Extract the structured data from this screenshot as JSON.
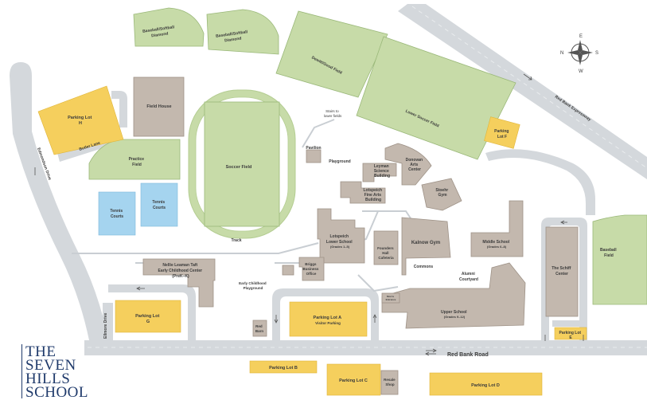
{
  "logo": {
    "lines": [
      "THE",
      "SEVEN",
      "HILLS",
      "SCHOOL"
    ]
  },
  "compass": {
    "n": "N",
    "e": "E",
    "s": "S",
    "w": "W"
  },
  "roads": {
    "red_bank_road": "Red Bank Road",
    "red_bank_expressway": "Red Bank Expressway",
    "edmondson_drive": "Edmondson Drive",
    "ellmore_drive": "Ellmore Drive",
    "butler_lane": "Butler Lane"
  },
  "fields": {
    "baseball_1": [
      "Baseball/Softball",
      "Diamond"
    ],
    "baseball_2": [
      "Baseball/Softball",
      "Diamond"
    ],
    "dewitt": "Dewitt/Good Field",
    "lower_soccer": "Lower Soccer Field",
    "soccer": "Soccer Field",
    "track": "Track",
    "practice": [
      "Practice",
      "Field"
    ],
    "tennis_1": [
      "Tennis",
      "Courts"
    ],
    "tennis_2": [
      "Tennis",
      "Courts"
    ],
    "baseball_east": [
      "Baseball",
      "Field"
    ]
  },
  "buildings": {
    "field_house": "Field House",
    "pavilion": "Pavilion",
    "playground": "Playground",
    "stairs": [
      "Stairs to",
      "lower fields"
    ],
    "leyman": [
      "Leyman",
      "Science",
      "Building"
    ],
    "donovan": [
      "Donovan",
      "Arts",
      "Center"
    ],
    "stoehr": [
      "Stoehr",
      "Gym"
    ],
    "lotspeich_fine": [
      "Lotspeich",
      "Fine Arts",
      "Building"
    ],
    "lotspeich_lower": [
      "Lotspeich",
      "Lower School",
      "(Grades 1–5)"
    ],
    "founders": [
      "Founders",
      "Hall",
      "Cafeteria"
    ],
    "kalnow": "Kalnow Gym",
    "commons": "Commons",
    "alumni": [
      "Alumni",
      "Courtyard"
    ],
    "middle": [
      "Middle School",
      "(Grades 6–8)"
    ],
    "schiff": [
      "The Schiff",
      "Center"
    ],
    "taft": [
      "Nellie Leaman Taft",
      "Early Childhood Center",
      "(PreK–K)"
    ],
    "ec_playground": [
      "Early Childhood",
      "Playground"
    ],
    "briggs": [
      "Briggs",
      "Business",
      "Office"
    ],
    "upper": [
      "Upper School",
      "(Grades 9–12)"
    ],
    "morris": [
      "Morris",
      "Entrance"
    ],
    "red_barn": [
      "Red",
      "Barn"
    ],
    "resale": [
      "Resale",
      "Shop"
    ]
  },
  "parking": {
    "h": [
      "Parking Lot",
      "H"
    ],
    "f": [
      "Parking",
      "Lot F"
    ],
    "g": [
      "Parking Lot",
      "G"
    ],
    "a": [
      "Parking Lot A",
      "Visitor Parking"
    ],
    "e": [
      "Parking Lot",
      "E"
    ],
    "b": "Parking Lot B",
    "c": "Parking Lot C",
    "d": "Parking Lot D"
  }
}
